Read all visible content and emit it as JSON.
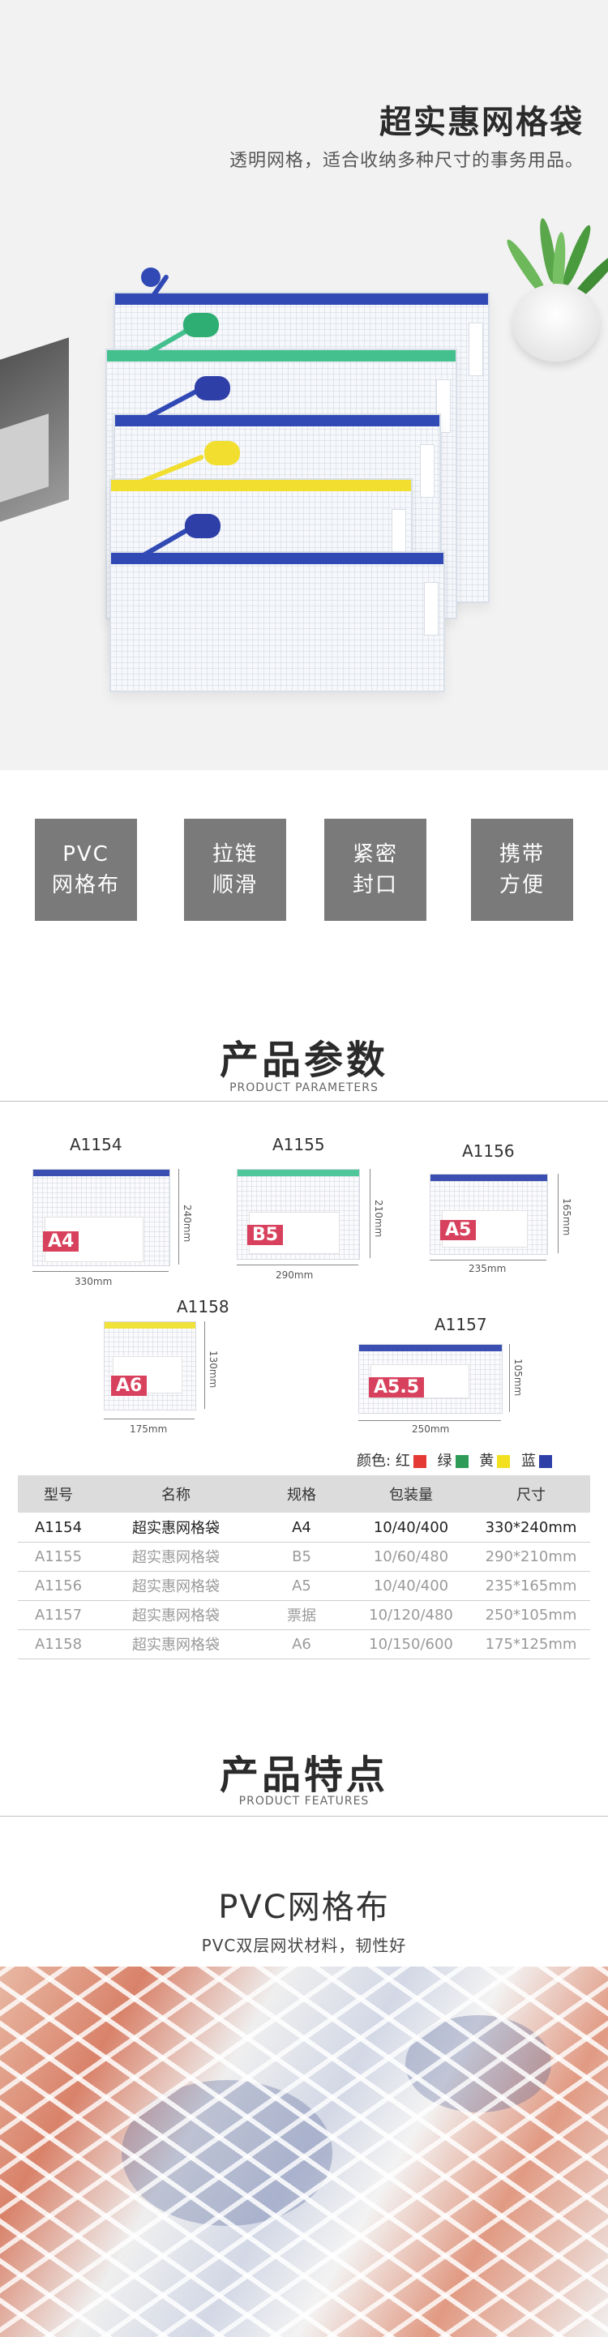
{
  "hero": {
    "title": "超实惠网格袋",
    "subtitle": "透明网格，适合收纳多种尺寸的事务用品。"
  },
  "features": [
    {
      "line1": "PVC",
      "line2": "网格布"
    },
    {
      "line1": "拉链",
      "line2": "顺滑"
    },
    {
      "line1": "紧密",
      "line2": "封口"
    },
    {
      "line1": "携带",
      "line2": "方便"
    }
  ],
  "params": {
    "title": "产品参数",
    "subtitle": "PRODUCT PARAMETERS"
  },
  "products": [
    {
      "model": "A1154",
      "size": "A4",
      "width": "330mm",
      "height": "240mm",
      "zip_color": "#3b4fb3"
    },
    {
      "model": "A1155",
      "size": "B5",
      "width": "290mm",
      "height": "210mm",
      "zip_color": "#4fc79a"
    },
    {
      "model": "A1156",
      "size": "A5",
      "width": "235mm",
      "height": "165mm",
      "zip_color": "#3b4fb3"
    },
    {
      "model": "A1158",
      "size": "A6",
      "width": "175mm",
      "height": "130mm",
      "zip_color": "#f1e23a"
    },
    {
      "model": "A1157",
      "size": "A5.5",
      "width": "250mm",
      "height": "105mm",
      "zip_color": "#3b4fb3"
    }
  ],
  "colors": {
    "label": "颜色:",
    "items": [
      {
        "name": "红",
        "hex": "#e53935"
      },
      {
        "name": "绿",
        "hex": "#2e9c57"
      },
      {
        "name": "黄",
        "hex": "#f2e01f"
      },
      {
        "name": "蓝",
        "hex": "#2f3fa8"
      }
    ]
  },
  "table": {
    "headers": [
      "型号",
      "名称",
      "规格",
      "包装量",
      "尺寸"
    ],
    "rows": [
      [
        "A1154",
        "超实惠网格袋",
        "A4",
        "10/40/400",
        "330*240mm"
      ],
      [
        "A1155",
        "超实惠网格袋",
        "B5",
        "10/60/480",
        "290*210mm"
      ],
      [
        "A1156",
        "超实惠网格袋",
        "A5",
        "10/40/400",
        "235*165mm"
      ],
      [
        "A1157",
        "超实惠网格袋",
        "票据",
        "10/120/480",
        "250*105mm"
      ],
      [
        "A1158",
        "超实惠网格袋",
        "A6",
        "10/150/600",
        "175*125mm"
      ]
    ]
  },
  "features_section": {
    "title": "产品特点",
    "subtitle": "PRODUCT FEATURES"
  },
  "mesh": {
    "title": "PVC网格布",
    "subtitle": "PVC双层网状材料，韧性好"
  }
}
